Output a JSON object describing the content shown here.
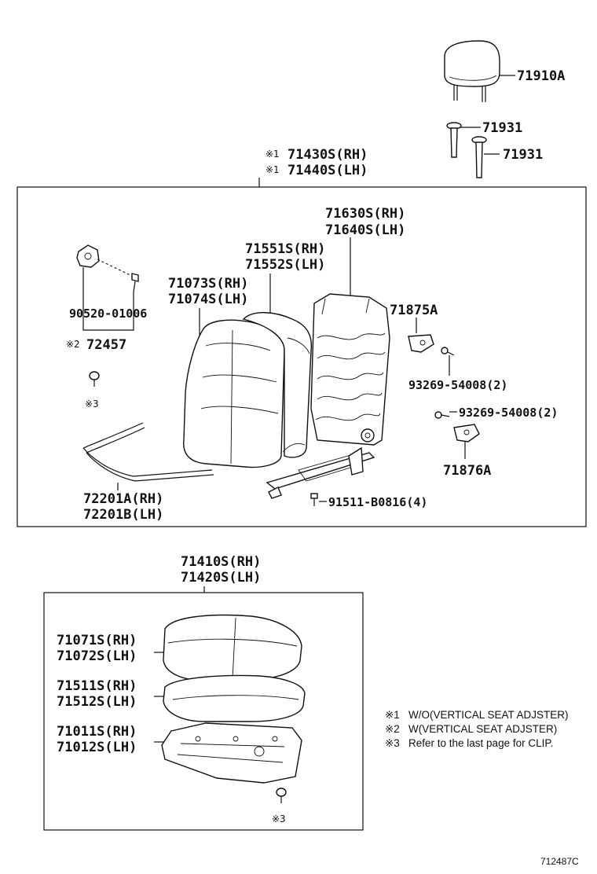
{
  "labels": {
    "headrest": "71910A",
    "support_upper": "71931",
    "support_lower": "71931",
    "back_assy_rh_mark": "※1",
    "back_assy_rh": "71430S(RH)",
    "back_assy_lh_mark": "※1",
    "back_assy_lh": "71440S(LH)",
    "back_frame_rh": "71630S(RH)",
    "back_frame_lh": "71640S(LH)",
    "back_pad_rh": "71551S(RH)",
    "back_pad_lh": "71552S(LH)",
    "back_cover_rh": "71073S(RH)",
    "back_cover_lh": "71074S(LH)",
    "knob_screw": "90520-01006",
    "knob_mark": "※2",
    "knob": "72457",
    "clip_back_mark": "※3",
    "hinge_cover_rh": "71875A",
    "screw_upper": "93269-54008(2)",
    "screw_lower": "93269-54008(2)",
    "hinge_cover_lh": "71876A",
    "bolt": "91511-B0816(4)",
    "wire_rh": "72201A(RH)",
    "wire_lh": "72201B(LH)",
    "cushion_assy_rh": "71410S(RH)",
    "cushion_assy_lh": "71420S(LH)",
    "cushion_cover_rh": "71071S(RH)",
    "cushion_cover_lh": "71072S(LH)",
    "cushion_pad_rh": "71511S(RH)",
    "cushion_pad_lh": "71512S(LH)",
    "cushion_frame_rh": "71011S(RH)",
    "cushion_frame_lh": "71012S(LH)",
    "clip_cushion_mark": "※3"
  },
  "notes": [
    {
      "mark": "※1",
      "text": "W/O(VERTICAL SEAT ADJSTER)"
    },
    {
      "mark": "※2",
      "text": "W(VERTICAL SEAT ADJSTER)"
    },
    {
      "mark": "※3",
      "text": "Refer to the last page for CLIP."
    }
  ],
  "diagram_code": "712487C"
}
